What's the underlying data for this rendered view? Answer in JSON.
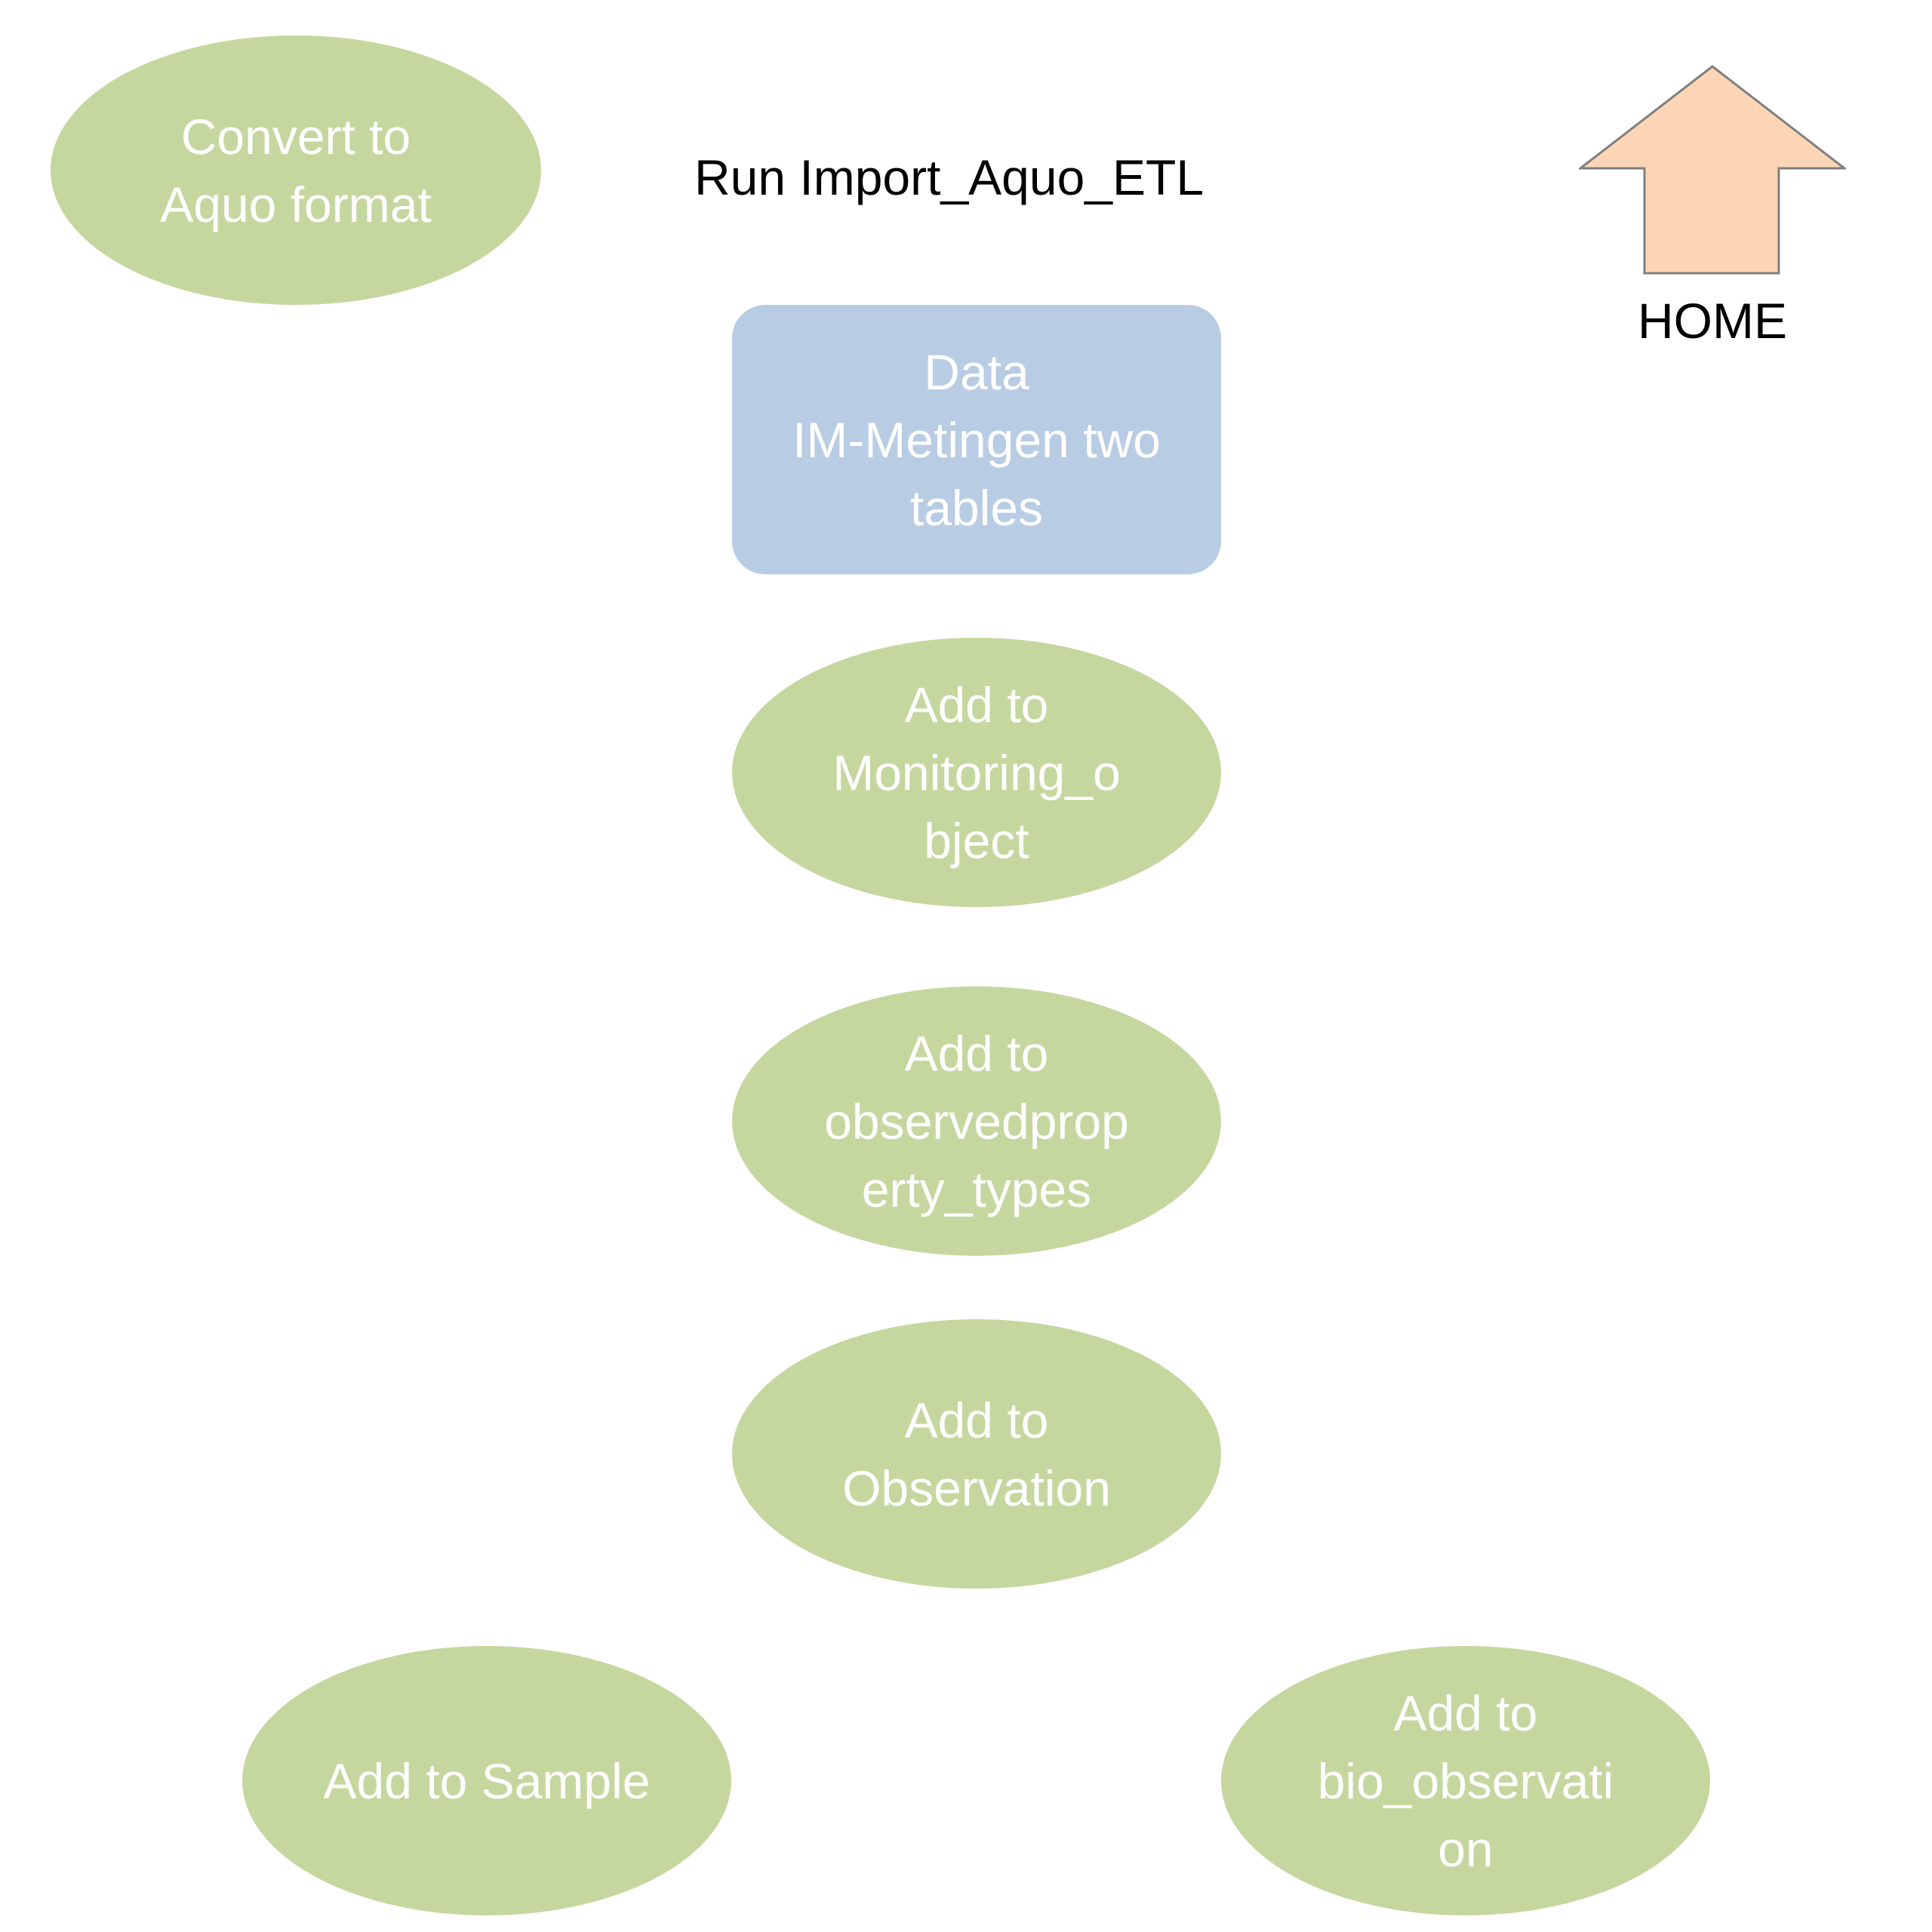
{
  "title": "Run Import_Aquo_ETL",
  "colors": {
    "process_fill": "#c5d79e",
    "data_fill": "#b8cce4",
    "home_fill": "#fbd5b5",
    "home_stroke": "#7f7f7f",
    "node_text": "#ffffff"
  },
  "nodes": {
    "convert": "Convert to\nAquo format",
    "data": "Data\nIM-Metingen two\ntables",
    "monitoring_object": "Add to\nMonitoring_o\nbject",
    "observedproperty_types": "Add to\nobservedprop\nerty_types",
    "observation": "Add to\nObservation",
    "sample": "Add to Sample",
    "bio_observation": "Add to\nbio_observati\non"
  },
  "home": {
    "label": "HOME",
    "icon": "home-arrow-icon"
  }
}
